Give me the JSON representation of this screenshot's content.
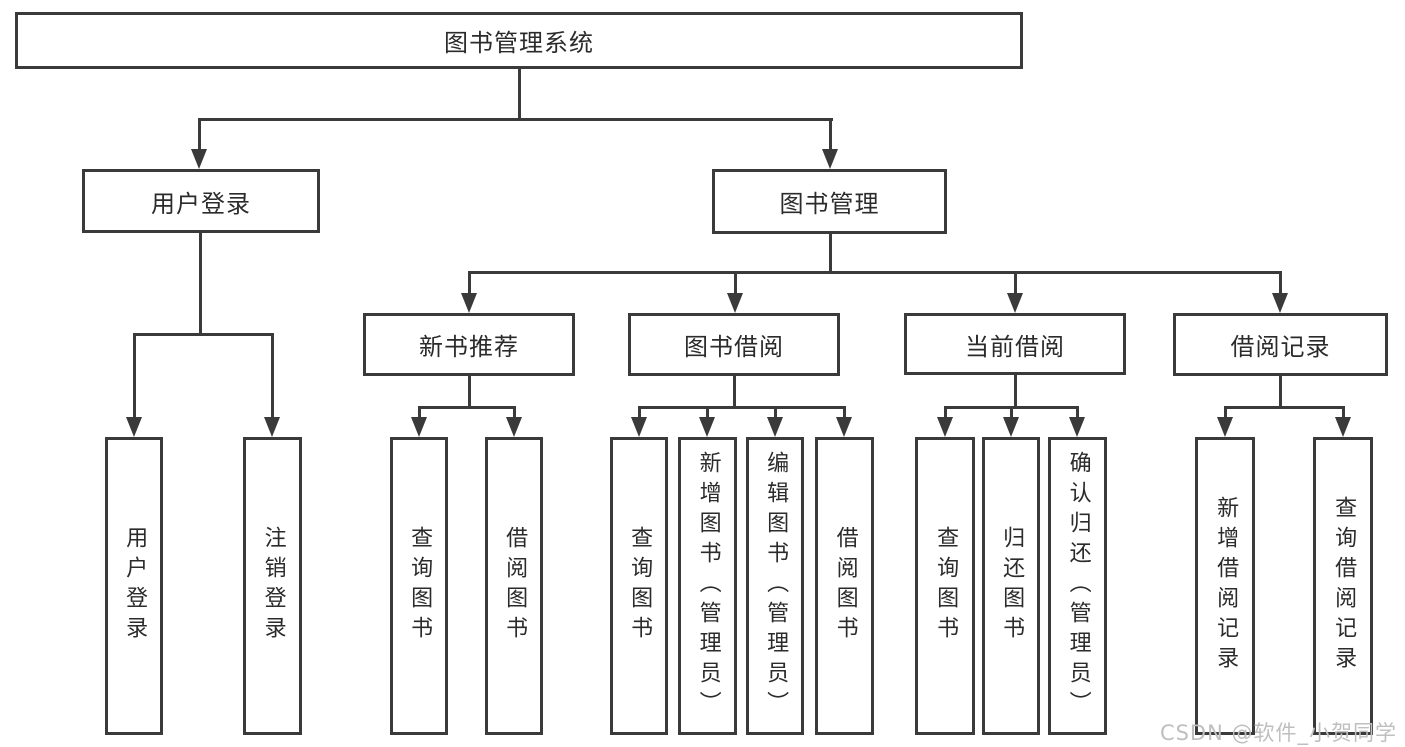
{
  "tree": {
    "label": "图书管理系统",
    "children": [
      {
        "label": "用户登录",
        "children": [
          {
            "label": "用户登录"
          },
          {
            "label": "注销登录"
          }
        ]
      },
      {
        "label": "图书管理",
        "children": [
          {
            "label": "新书推荐",
            "children": [
              {
                "label": "查询图书"
              },
              {
                "label": "借阅图书"
              }
            ]
          },
          {
            "label": "图书借阅",
            "children": [
              {
                "label": "查询图书"
              },
              {
                "label": "新增图书（管理员）"
              },
              {
                "label": "编辑图书（管理员）"
              },
              {
                "label": "借阅图书"
              }
            ]
          },
          {
            "label": "当前借阅",
            "children": [
              {
                "label": "查询图书"
              },
              {
                "label": "归还图书"
              },
              {
                "label": "确认归还（管理员）"
              }
            ]
          },
          {
            "label": "借阅记录",
            "children": [
              {
                "label": "新增借阅记录"
              },
              {
                "label": "查询借阅记录"
              }
            ]
          }
        ]
      }
    ]
  },
  "watermark": {
    "text": "CSDN @软件_小贺同学"
  },
  "colors": {
    "line": "#3a3a3a",
    "text": "#2b2b2b",
    "watermark": "#bfbfbf",
    "background": "#ffffff"
  }
}
